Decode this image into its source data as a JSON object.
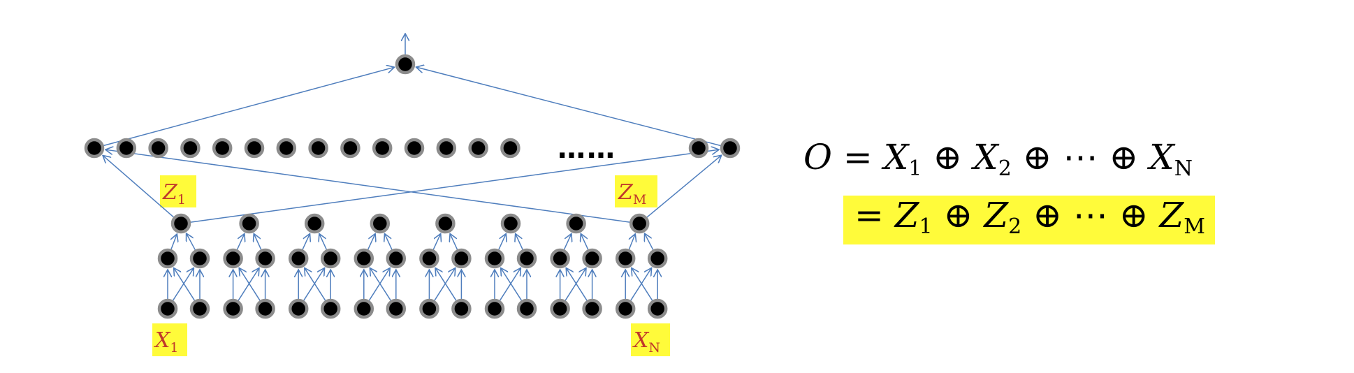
{
  "labels": {
    "x_first": {
      "main": "X",
      "sub": "1"
    },
    "x_last": {
      "main": "X",
      "sub": "N"
    },
    "z_first": {
      "main": "Z",
      "sub": "1"
    },
    "z_last": {
      "main": "Z",
      "sub": "M"
    },
    "ellipsis": "……"
  },
  "equation": {
    "line1": [
      {
        "v": "O",
        "t": "var"
      },
      {
        "v": " = ",
        "t": "op"
      },
      {
        "v": "X",
        "t": "var"
      },
      {
        "v": "1",
        "t": "sub"
      },
      {
        "v": " ⊕ ",
        "t": "op"
      },
      {
        "v": "X",
        "t": "var"
      },
      {
        "v": "2",
        "t": "sub"
      },
      {
        "v": " ⊕ ⋯ ⊕ ",
        "t": "op"
      },
      {
        "v": "X",
        "t": "var"
      },
      {
        "v": "N",
        "t": "sub"
      }
    ],
    "line2": [
      {
        "v": "= ",
        "t": "op"
      },
      {
        "v": "Z",
        "t": "var"
      },
      {
        "v": "1",
        "t": "sub"
      },
      {
        "v": " ⊕ ",
        "t": "op"
      },
      {
        "v": "Z",
        "t": "var"
      },
      {
        "v": "2",
        "t": "sub"
      },
      {
        "v": " ⊕ ⋯ ⊕ ",
        "t": "op"
      },
      {
        "v": "Z",
        "t": "var"
      },
      {
        "v": "M",
        "t": "sub"
      }
    ]
  },
  "colors": {
    "node_fill": "#000000",
    "node_ring": "#8c8c8c",
    "edge": "#4f7ebd",
    "highlight": "#fffb3a",
    "label_text": "#c0392b"
  }
}
